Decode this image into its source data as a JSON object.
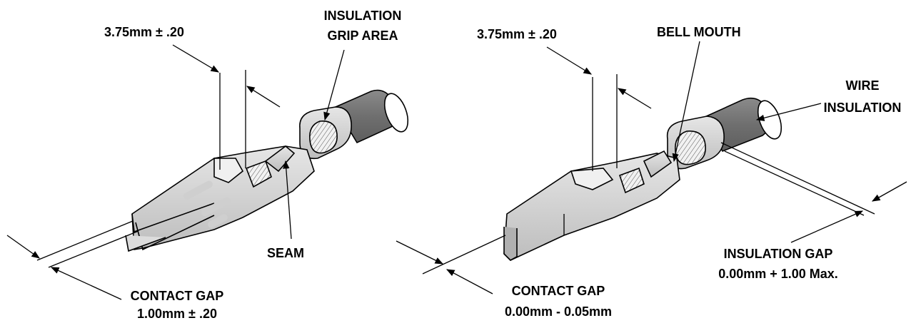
{
  "left_figure": {
    "dim_top": "3.75mm ± .20",
    "insulation_grip": [
      "INSULATION",
      "GRIP AREA"
    ],
    "seam": "SEAM",
    "contact_gap": [
      "CONTACT GAP",
      "1.00mm ± .20"
    ]
  },
  "right_figure": {
    "dim_top": "3.75mm ± .20",
    "bell_mouth": "BELL MOUTH",
    "wire_insulation": [
      "WIRE",
      "INSULATION"
    ],
    "insulation_gap": [
      "INSULATION GAP",
      "0.00mm + 1.00 Max."
    ],
    "contact_gap": [
      "CONTACT GAP",
      "0.00mm - 0.05mm"
    ]
  }
}
